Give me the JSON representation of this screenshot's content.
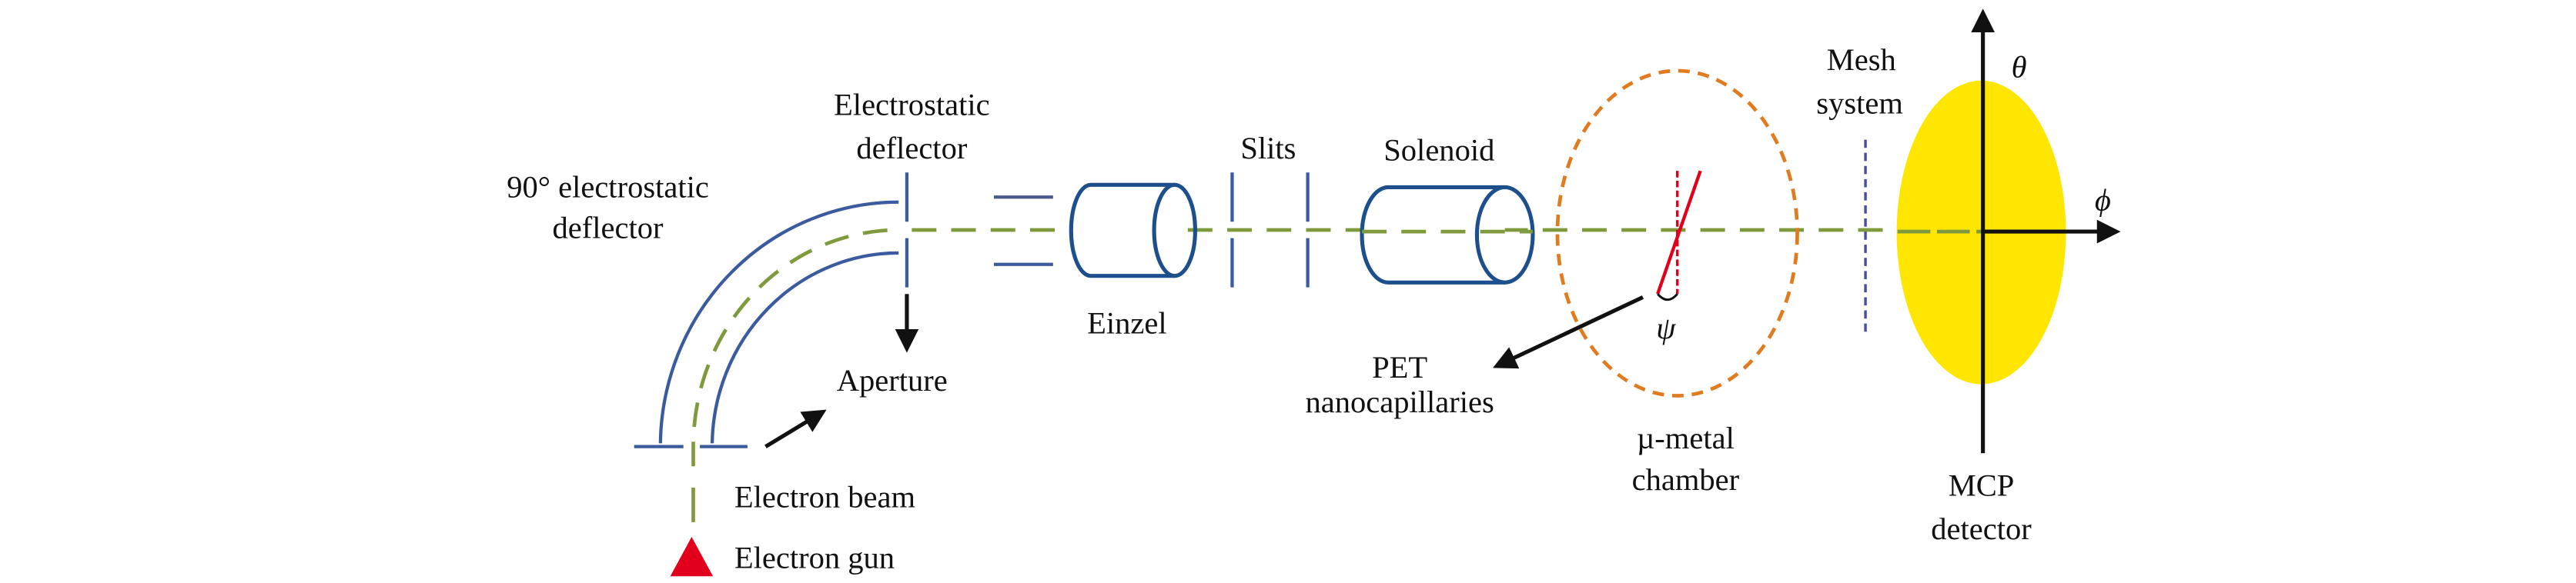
{
  "labels": {
    "electrostatic_deflector": [
      "Electrostatic",
      "deflector"
    ],
    "deflector_90": [
      "90° electrostatic",
      "deflector"
    ],
    "aperture": "Aperture",
    "electron_beam": "Electron beam",
    "electron_gun": "Electron gun",
    "einzel": "Einzel",
    "slits": "Slits",
    "solenoid": "Solenoid",
    "pet": [
      "PET",
      "nanocapillaries"
    ],
    "mu_metal": [
      "µ-metal",
      "chamber"
    ],
    "mesh": [
      "Mesh",
      "system"
    ],
    "mcp": [
      "MCP",
      "detector"
    ],
    "theta": "θ",
    "phi": "ϕ",
    "psi": "ψ"
  },
  "colors": {
    "beam": "#7f9a3c",
    "plates": "#3b5b9e",
    "lens": "#1d4f8c",
    "chamber": "#e07b20",
    "capillary": "#e0001b",
    "detector": "#ffe600",
    "gun": "#e0001b"
  }
}
